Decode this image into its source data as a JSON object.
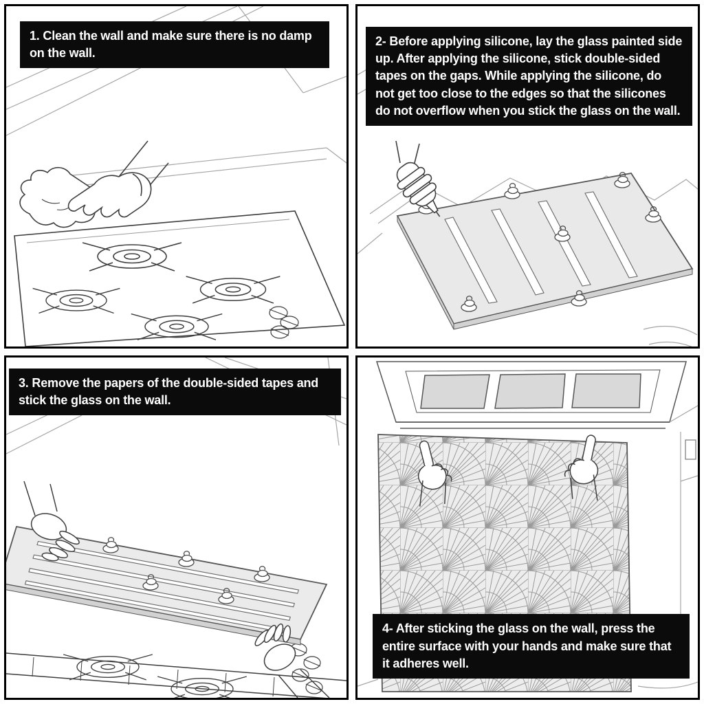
{
  "steps": [
    {
      "caption": "1. Clean the wall and make sure there is no damp on the wall.",
      "illustration": "hand-wiping-wall-over-cooktop"
    },
    {
      "caption": "2- Before applying silicone, lay the glass painted side up. After applying the silicone, stick double-sided tapes on the gaps. While applying the silicone, do not get too close to the edges so that the silicones do not overflow when you stick the glass on the wall.",
      "illustration": "applying-silicone-and-tapes-on-glass"
    },
    {
      "caption": "3. Remove the papers of the double-sided tapes and stick the glass on the wall.",
      "illustration": "lifting-glass-over-cooktop"
    },
    {
      "caption": "4- After sticking the glass on the wall, press the entire surface with your hands and make sure that it adheres well.",
      "illustration": "pressing-patterned-glass-on-wall-under-hood"
    }
  ],
  "colors": {
    "caption_background": "#0b0b0b",
    "caption_text": "#ffffff",
    "panel_border": "#000000",
    "line_art": "#3d3d3d",
    "background_lines": "#a5a5a5",
    "glass_fill": "#e9e9e9",
    "glass_edge_fill": "#d2d2d2",
    "hood_filter_fill": "#d9d9d9",
    "pattern_fill": "#ededed"
  }
}
